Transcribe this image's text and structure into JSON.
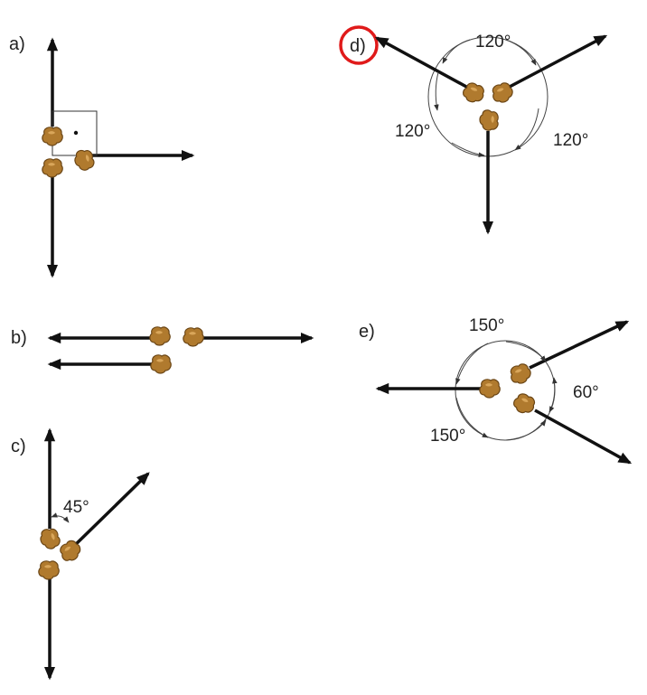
{
  "panels": {
    "a": {
      "label": "a)"
    },
    "b": {
      "label": "b)"
    },
    "c": {
      "label": "c)",
      "angle": "45°"
    },
    "d": {
      "label": "d)",
      "angle_top": "120°",
      "angle_left": "120°",
      "angle_right": "120°",
      "highlight_color": "#e01a1a"
    },
    "e": {
      "label": "e)",
      "angle_top": "150°",
      "angle_bottom": "150°",
      "angle_right": "60°"
    }
  },
  "colors": {
    "arrow": "#111111",
    "particle": "#b07a2e"
  }
}
